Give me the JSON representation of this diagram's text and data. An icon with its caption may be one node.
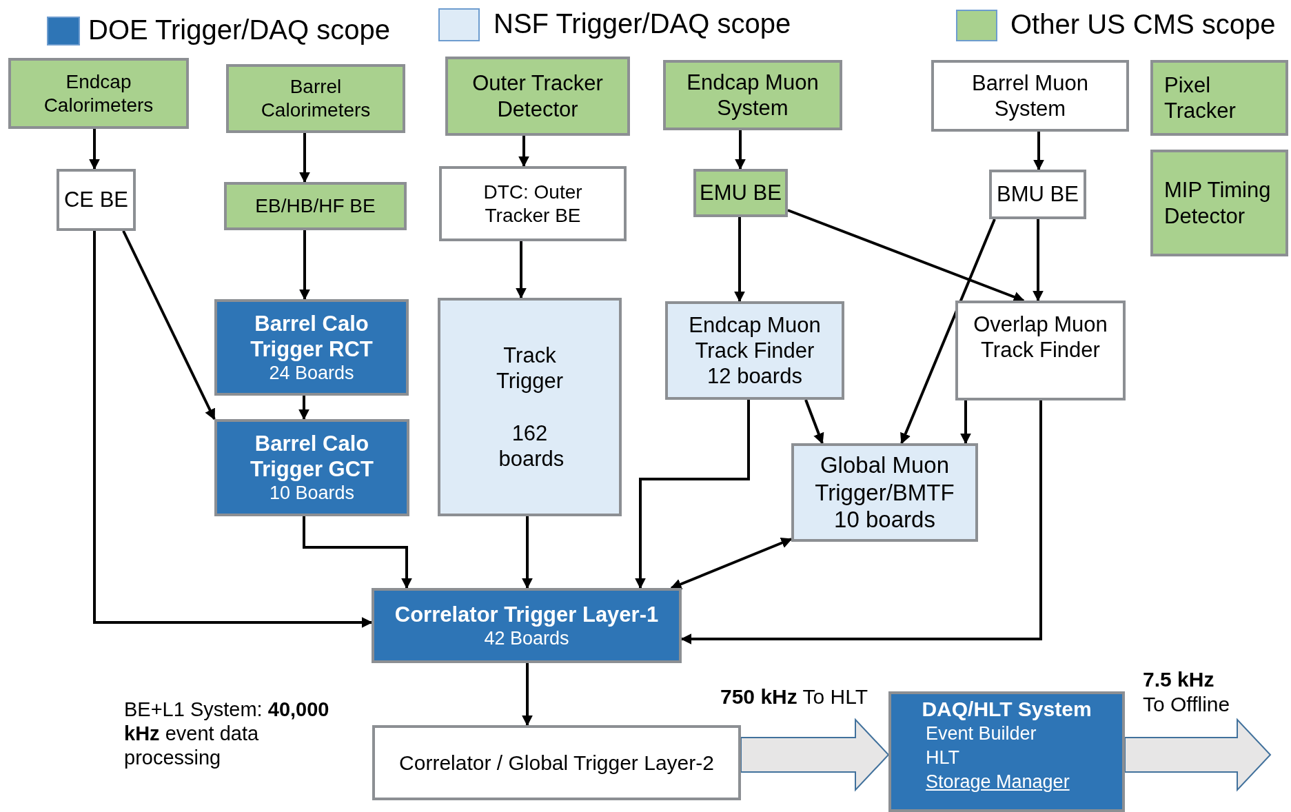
{
  "diagram": {
    "nodes": [
      {
        "text": [
          "Endcap Calorimeters"
        ]
      },
      {
        "text": [
          "Barrel Calorimeters"
        ]
      },
      {
        "text": [
          "Outer Tracker Detector"
        ]
      },
      {
        "text": [
          "Endcap Muon System"
        ]
      },
      {
        "text": [
          "Barrel Muon System"
        ]
      },
      {
        "text": [
          "Pixel Tracker"
        ]
      },
      {
        "text": [
          "MIP Timing Detector"
        ]
      },
      {
        "text": [
          "CE BE"
        ]
      },
      {
        "text": [
          "EB/HB/HF BE"
        ]
      },
      {
        "text": [
          "DTC: Outer Tracker BE"
        ]
      },
      {
        "text": [
          "EMU BE"
        ]
      },
      {
        "text": [
          "BMU BE"
        ]
      },
      {
        "text": [
          "Barrel Calo Trigger RCT",
          "24 Boards"
        ]
      },
      {
        "text": [
          "Track Trigger",
          "162 boards"
        ]
      },
      {
        "text": [
          "Endcap Muon Track Finder",
          "12 boards"
        ]
      },
      {
        "text": [
          "Overlap Muon Track Finder"
        ]
      },
      {
        "text": [
          "Barrel Calo Trigger GCT",
          "10 Boards"
        ]
      },
      {
        "text": [
          "Global Muon Trigger/BMTF",
          "10 boards"
        ]
      },
      {
        "text": [
          "Correlator Trigger Layer-1",
          "42 Boards"
        ]
      },
      {
        "text": [
          "Correlator / Global Trigger Layer-2"
        ]
      },
      {
        "text": [
          "DAQ/HLT System",
          "Event Builder",
          "HLT",
          "Storage Manager"
        ]
      }
    ],
    "edges": [
      {
        "from": 0,
        "to": 7,
        "arrow": "to"
      },
      {
        "from": 1,
        "to": 8,
        "arrow": "to"
      },
      {
        "from": 2,
        "to": 9,
        "arrow": "to"
      },
      {
        "from": 3,
        "to": 10,
        "arrow": "to"
      },
      {
        "from": 4,
        "to": 11,
        "arrow": "to"
      },
      {
        "from": 8,
        "to": 12,
        "arrow": "to"
      },
      {
        "from": 9,
        "to": 13,
        "arrow": "to"
      },
      {
        "from": 10,
        "to": 14,
        "arrow": "to"
      },
      {
        "from": 10,
        "to": 15,
        "arrow": "to"
      },
      {
        "from": 11,
        "to": 15,
        "arrow": "to"
      },
      {
        "from": 7,
        "to": 16,
        "arrow": "to"
      },
      {
        "from": 12,
        "to": 16,
        "arrow": "to"
      },
      {
        "from": 11,
        "to": 17,
        "arrow": "to"
      },
      {
        "from": 14,
        "to": 17,
        "arrow": "to"
      },
      {
        "from": 15,
        "to": 17,
        "arrow": "to"
      },
      {
        "from": 7,
        "to": 18,
        "arrow": "to"
      },
      {
        "from": 16,
        "to": 18,
        "arrow": "to"
      },
      {
        "from": 13,
        "to": 18,
        "arrow": "to"
      },
      {
        "from": 14,
        "to": 18,
        "arrow": "to"
      },
      {
        "from": 17,
        "to": 18,
        "arrow": "both"
      },
      {
        "from": 15,
        "to": 18,
        "arrow": "to"
      },
      {
        "from": 18,
        "to": 19,
        "arrow": "to"
      },
      {
        "from": 19,
        "to": 20,
        "arrow": "to",
        "style": "thick",
        "label": "**750 kHz** To HLT"
      },
      {
        "from": 20,
        "to": null,
        "arrow": "to",
        "style": "thick",
        "label": "**7.5 kHz** To Offline"
      }
    ],
    "labels": [
      "BE+L1 System: **40,000 kHz** event data processing"
    ],
    "legend": [
      {
        "text": "DOE Trigger/DAQ scope",
        "color": "#2e75b6"
      },
      {
        "text": "NSF Trigger/DAQ scope",
        "color": "#deebf7"
      },
      {
        "text": "Other US CMS scope",
        "color": "#a9d18e"
      }
    ]
  }
}
